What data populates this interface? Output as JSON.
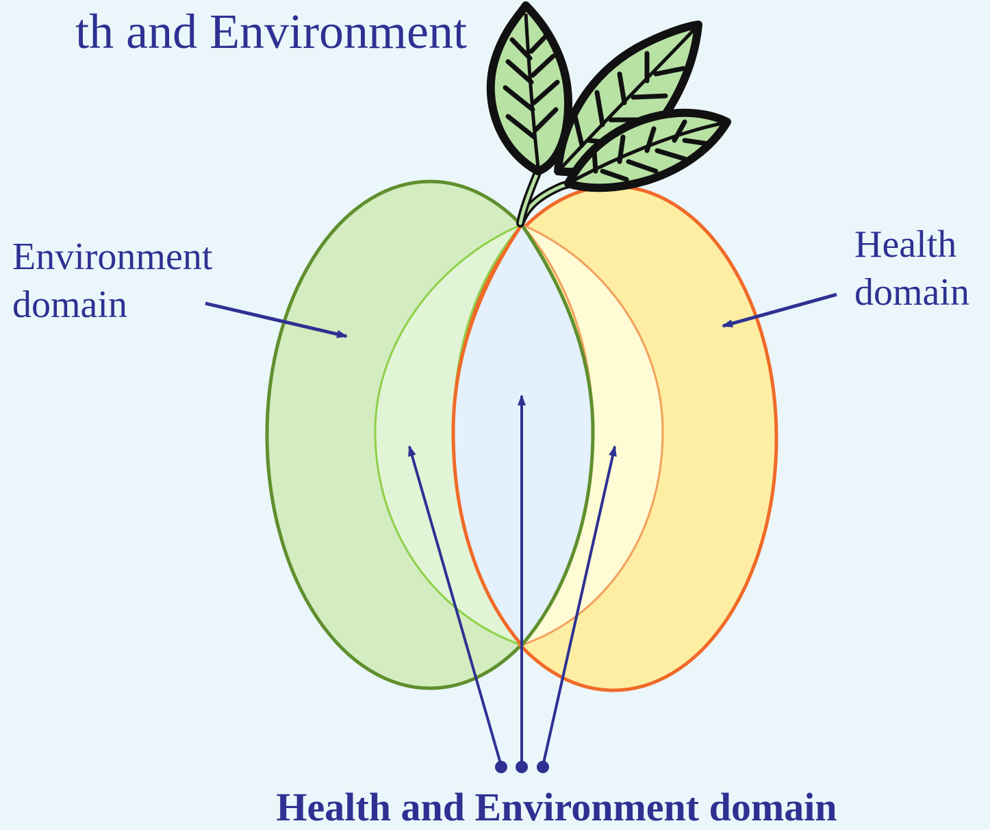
{
  "title": "th and Environment",
  "labels": {
    "environment": {
      "line1": "Environment",
      "line2": "domain"
    },
    "health": {
      "line1": "Health",
      "line2": "domain"
    },
    "overlap": "Health and Environment domain"
  },
  "colors": {
    "text": "#2e3192",
    "arrow": "#2e3192",
    "background": "#ebf6fa",
    "environment_fill": "#d3ecc0",
    "environment_stroke": "#5f8f2e",
    "health_fill": "#fdeea4",
    "health_stroke": "#f06a28",
    "overlap_fill": "#e4f0fb",
    "leaf_fill": "#b8e2a4",
    "leaf_outline": "#111111"
  },
  "icons": {
    "leaves": "apple-leaves-icon"
  }
}
